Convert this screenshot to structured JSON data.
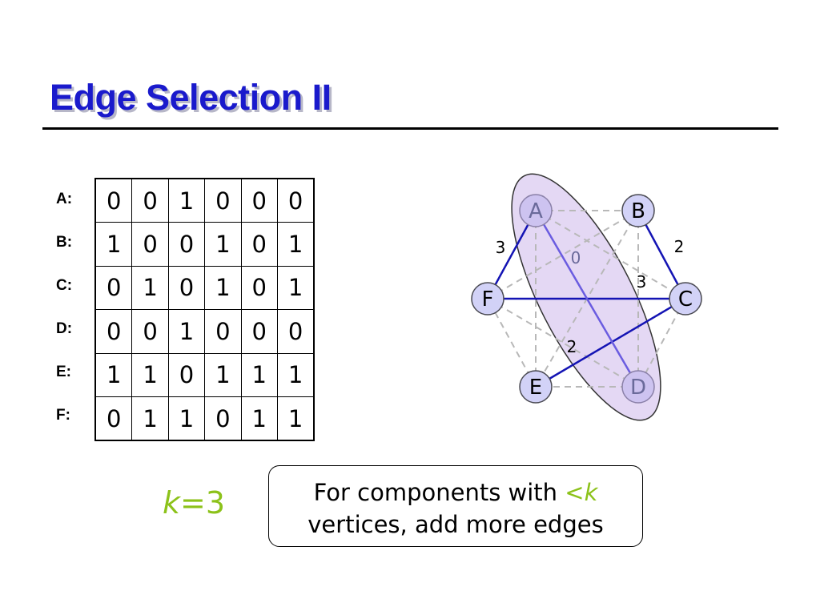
{
  "slide": {
    "title": "Edge Selection II"
  },
  "matrix": {
    "row_labels": [
      "A:",
      "B:",
      "C:",
      "D:",
      "E:",
      "F:"
    ],
    "rows": [
      [
        "0",
        "0",
        "1",
        "0",
        "0",
        "0"
      ],
      [
        "1",
        "0",
        "0",
        "1",
        "0",
        "1"
      ],
      [
        "0",
        "1",
        "0",
        "1",
        "0",
        "1"
      ],
      [
        "0",
        "0",
        "1",
        "0",
        "0",
        "0"
      ],
      [
        "1",
        "1",
        "0",
        "1",
        "1",
        "1"
      ],
      [
        "0",
        "1",
        "1",
        "0",
        "1",
        "1"
      ]
    ]
  },
  "graph": {
    "nodes": [
      "A",
      "B",
      "C",
      "D",
      "E",
      "F"
    ],
    "colors": {
      "node_fill": "#d2d2f7",
      "node_stroke": "#4a4a52",
      "selected_label": "#6a6a9a",
      "edge_selected": "#1414b4",
      "edge_other": "#b8b8b8",
      "component_fill": "#e4d8f4",
      "component_stroke": "#333333"
    },
    "selected_edges": [
      [
        "F",
        "A"
      ],
      [
        "B",
        "C"
      ],
      [
        "F",
        "C"
      ],
      [
        "E",
        "C"
      ],
      [
        "A",
        "D"
      ]
    ],
    "other_edges": [
      [
        "A",
        "B"
      ],
      [
        "A",
        "C"
      ],
      [
        "A",
        "E"
      ],
      [
        "B",
        "F"
      ],
      [
        "B",
        "D"
      ],
      [
        "B",
        "E"
      ],
      [
        "C",
        "D"
      ],
      [
        "D",
        "E"
      ],
      [
        "D",
        "F"
      ],
      [
        "E",
        "F"
      ]
    ],
    "weights": {
      "w_fa": "3",
      "w_bc": "2",
      "w_ad": "0",
      "w_bd": "3",
      "w_ec": "2"
    }
  },
  "k_label": {
    "var": "k",
    "rest": "=3"
  },
  "note": {
    "line1_prefix": "For components with ",
    "lt": "<",
    "k": "k",
    "line2": "vertices, add more edges"
  }
}
